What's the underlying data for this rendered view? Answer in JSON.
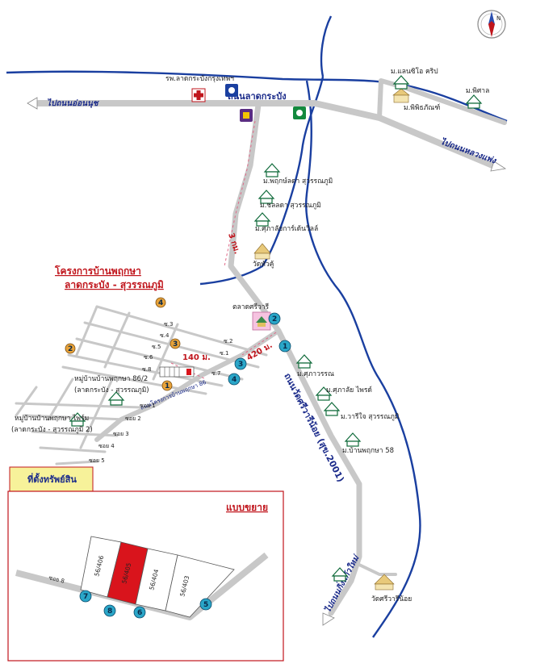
{
  "roads": {
    "main_road": "ถนนลาดกระบัง",
    "to_on_nut": "ไปถนนอ่อนนุช",
    "to_luang_phaeng": "ไปถนนหลวงแพ่ง",
    "wat_sriwaree": "ถนนวัดศรีวารีน้อย (สุข.2001)",
    "to_king_kaew": "ไปถนนกิ่งแก้วใหม่",
    "soi_phruksa": "ถนนโครงการบ้านพฤกษา 86",
    "soi_labels": [
      "ซ.3",
      "ซ.4",
      "ซ.5",
      "ซ.6",
      "ซ.8",
      "ซ.2",
      "ซ.1",
      "ซ.7"
    ],
    "soi_lower": [
      "ซอย 1",
      "ซอย 2",
      "ซอย 3",
      "ซอย 4",
      "ซอย 5"
    ],
    "soi_8": "ซอย 8"
  },
  "places": {
    "hospital": "รพ.ลาดกระบังกรุงเทพฯ",
    "market": "ตลาดศรีวารี",
    "wat_hua_ku": "วัดหัวคู้",
    "wat_sriwaree": "วัดศรีวารีน้อย",
    "museum": "ม.พิพิธภัณฑ์"
  },
  "villages": [
    "ม.แลนซิโอ คริป",
    "ม.พิศาล",
    "ม.พฤกษ์ลดา สุวรรณภูมิ",
    "ม.ชลลดา สุวรรณภูมิ",
    "ม.ศุภาลัยการ์เด้นวิลล์",
    "ม.ศุภาวรรณ",
    "ม.ศุภาลัย ไพรด์",
    "ม.วารีใจ สุวรรณภูมิ",
    "ม.บ้านพฤกษา 58"
  ],
  "project": {
    "title_line1": "โครงการบ้านพฤกษา",
    "title_line2": "ลาดกระบัง - สุวรรณภูมิ",
    "sub1_line1": "หมู่บ้านบ้านพฤกษา 86/2",
    "sub1_line2": "(ลาดกระบัง - สุวรรณภูมิ)",
    "sub2_line1": "หมู่บ้านบ้านพฤกษา ไพร์ม",
    "sub2_line2": "(ลาดกระบัง - สุวรรณภูมิ 2)"
  },
  "distances": {
    "d3km": "3 กม.",
    "d420m": "420 ม.",
    "d140m": "140 ม."
  },
  "markers": {
    "blue": [
      "1",
      "2",
      "3",
      "4",
      "5",
      "6",
      "7",
      "8"
    ],
    "orange": [
      "1",
      "2",
      "3",
      "4"
    ]
  },
  "legend": {
    "location_title": "ที่ตั้งทรัพย์สิน",
    "detail_title": "แบบขยาย"
  },
  "plots": [
    "56/406",
    "56/405",
    "56/404",
    "56/403"
  ],
  "colors": {
    "road": "#c8c8c8",
    "canal": "#1a3fa0",
    "highlight": "#d9141c",
    "marker_blue": "#2aa6c8",
    "marker_orange": "#e8a33a",
    "legend_yellow": "#f7f29a",
    "accent_red": "#c0151c"
  },
  "compass": "N"
}
